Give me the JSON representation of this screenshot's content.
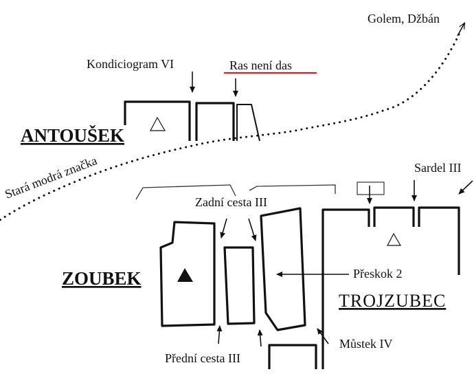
{
  "areas": {
    "antousek": "ANTOUŠEK",
    "zoubek": "ZOUBEK",
    "trojzubec": "TROJZUBEC"
  },
  "paths": {
    "golem_dzban": "Golem, Džbán",
    "stara_modra_znacka": "Stará modrá značka"
  },
  "routes": {
    "kondiciogram": "Kondiciogram VI",
    "ras_neni_das": "Ras není das",
    "zadni_cesta": "Zadní cesta III",
    "sardel": "Sardel III",
    "preskok": "Přeskok 2",
    "predni_cesta": "Přední cesta III",
    "mustek": "Můstek IV"
  },
  "colors": {
    "ink": "#111111",
    "highlight_underline": "#e02020"
  },
  "symbols": {
    "antousek_summit": "open-triangle",
    "zoubek_summit": "filled-triangle",
    "trojzubec_summit": "open-triangle"
  }
}
